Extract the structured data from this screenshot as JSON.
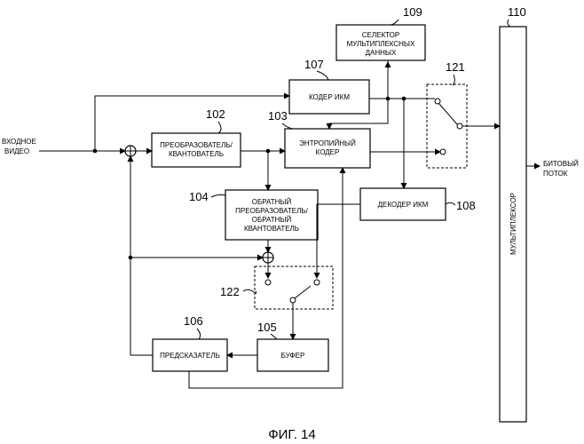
{
  "figure": {
    "caption": "ФИГ. 14",
    "input_label": [
      "ВХОДНОЕ",
      "ВИДЕО"
    ],
    "output_label": [
      "БИТОВЫЙ",
      "ПОТОК"
    ],
    "blocks": {
      "selector": {
        "ref": "109",
        "lines": [
          "СЕЛЕКТОР",
          "МУЛЬТИПЛЕКСНЫХ",
          "ДАННЫХ"
        ]
      },
      "pcm_encoder": {
        "ref": "107",
        "lines": [
          "КОДЕР ИКМ"
        ]
      },
      "transformer_quantizer": {
        "ref": "102",
        "lines": [
          "ПРЕОБРАЗОВАТЕЛЬ/",
          "КВАНТОВАТЕЛЬ"
        ]
      },
      "entropy_encoder": {
        "ref": "103",
        "lines": [
          "ЭНТРОПИЙНЫЙ",
          "КОДЕР"
        ]
      },
      "inverse_transformer": {
        "ref": "104",
        "lines": [
          "ОБРАТНЫЙ",
          "ПРЕОБРАЗОВАТЕЛЬ/",
          "ОБРАТНЫЙ",
          "КВАНТОВАТЕЛЬ"
        ]
      },
      "pcm_decoder": {
        "ref": "108",
        "lines": [
          "ДЕКОДЕР ИКМ"
        ]
      },
      "predictor": {
        "ref": "106",
        "lines": [
          "ПРЕДСКАЗАТЕЛЬ"
        ]
      },
      "buffer": {
        "ref": "105",
        "lines": [
          "БУФЕР"
        ]
      },
      "multiplexer": {
        "ref": "110",
        "lines": [
          "МУЛЬТИПЛЕКСОР"
        ]
      }
    },
    "switches": {
      "output_switch": {
        "ref": "121"
      },
      "buffer_switch": {
        "ref": "122"
      }
    }
  }
}
